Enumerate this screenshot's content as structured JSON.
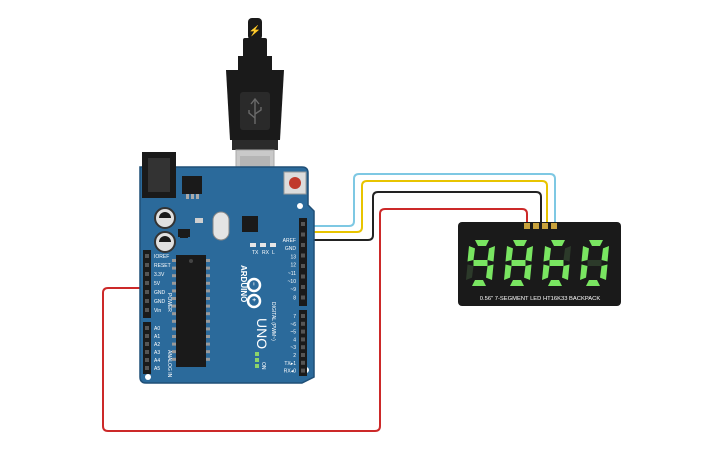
{
  "board": {
    "brand": "ARDUINO",
    "model": "UNO",
    "header_top": [
      "AREF",
      "GND",
      "13",
      "12",
      "~11",
      "~10",
      "~9",
      "8"
    ],
    "header_mid": [
      "7",
      "~6",
      "~5",
      "4",
      "~3",
      "2",
      "TX▸1",
      "RX◂0"
    ],
    "power_pins": [
      "IOREF",
      "RESET",
      "3.3V",
      "5V",
      "GND",
      "GND",
      "Vin"
    ],
    "analog_pins": [
      "A0",
      "A1",
      "A2",
      "A3",
      "A4",
      "A5"
    ],
    "power_label": "POWER",
    "analog_label": "ANALOG IN",
    "digital_label": "DIGITAL (PWM~)",
    "led_labels": [
      "TX",
      "RX"
    ],
    "l_label": "L",
    "on_label": "ON"
  },
  "display": {
    "digits": [
      "9",
      "8",
      "6",
      "0"
    ],
    "caption": "0.56\" 7-SEGMENT LED HT16K33 BACKPACK",
    "pin_count": 4
  },
  "colors": {
    "board": "#2b6a9b",
    "board_dark": "#1f4f77",
    "segment_on": "#79e561",
    "display_bg": "#1a1a1a",
    "wire_red": "#cc2929",
    "wire_black": "#222222",
    "wire_yellow": "#e8c400",
    "wire_cyan": "#7ec8e3"
  },
  "icons": {
    "usb_plug": "usb-icon",
    "lightning": "lightning-icon"
  }
}
